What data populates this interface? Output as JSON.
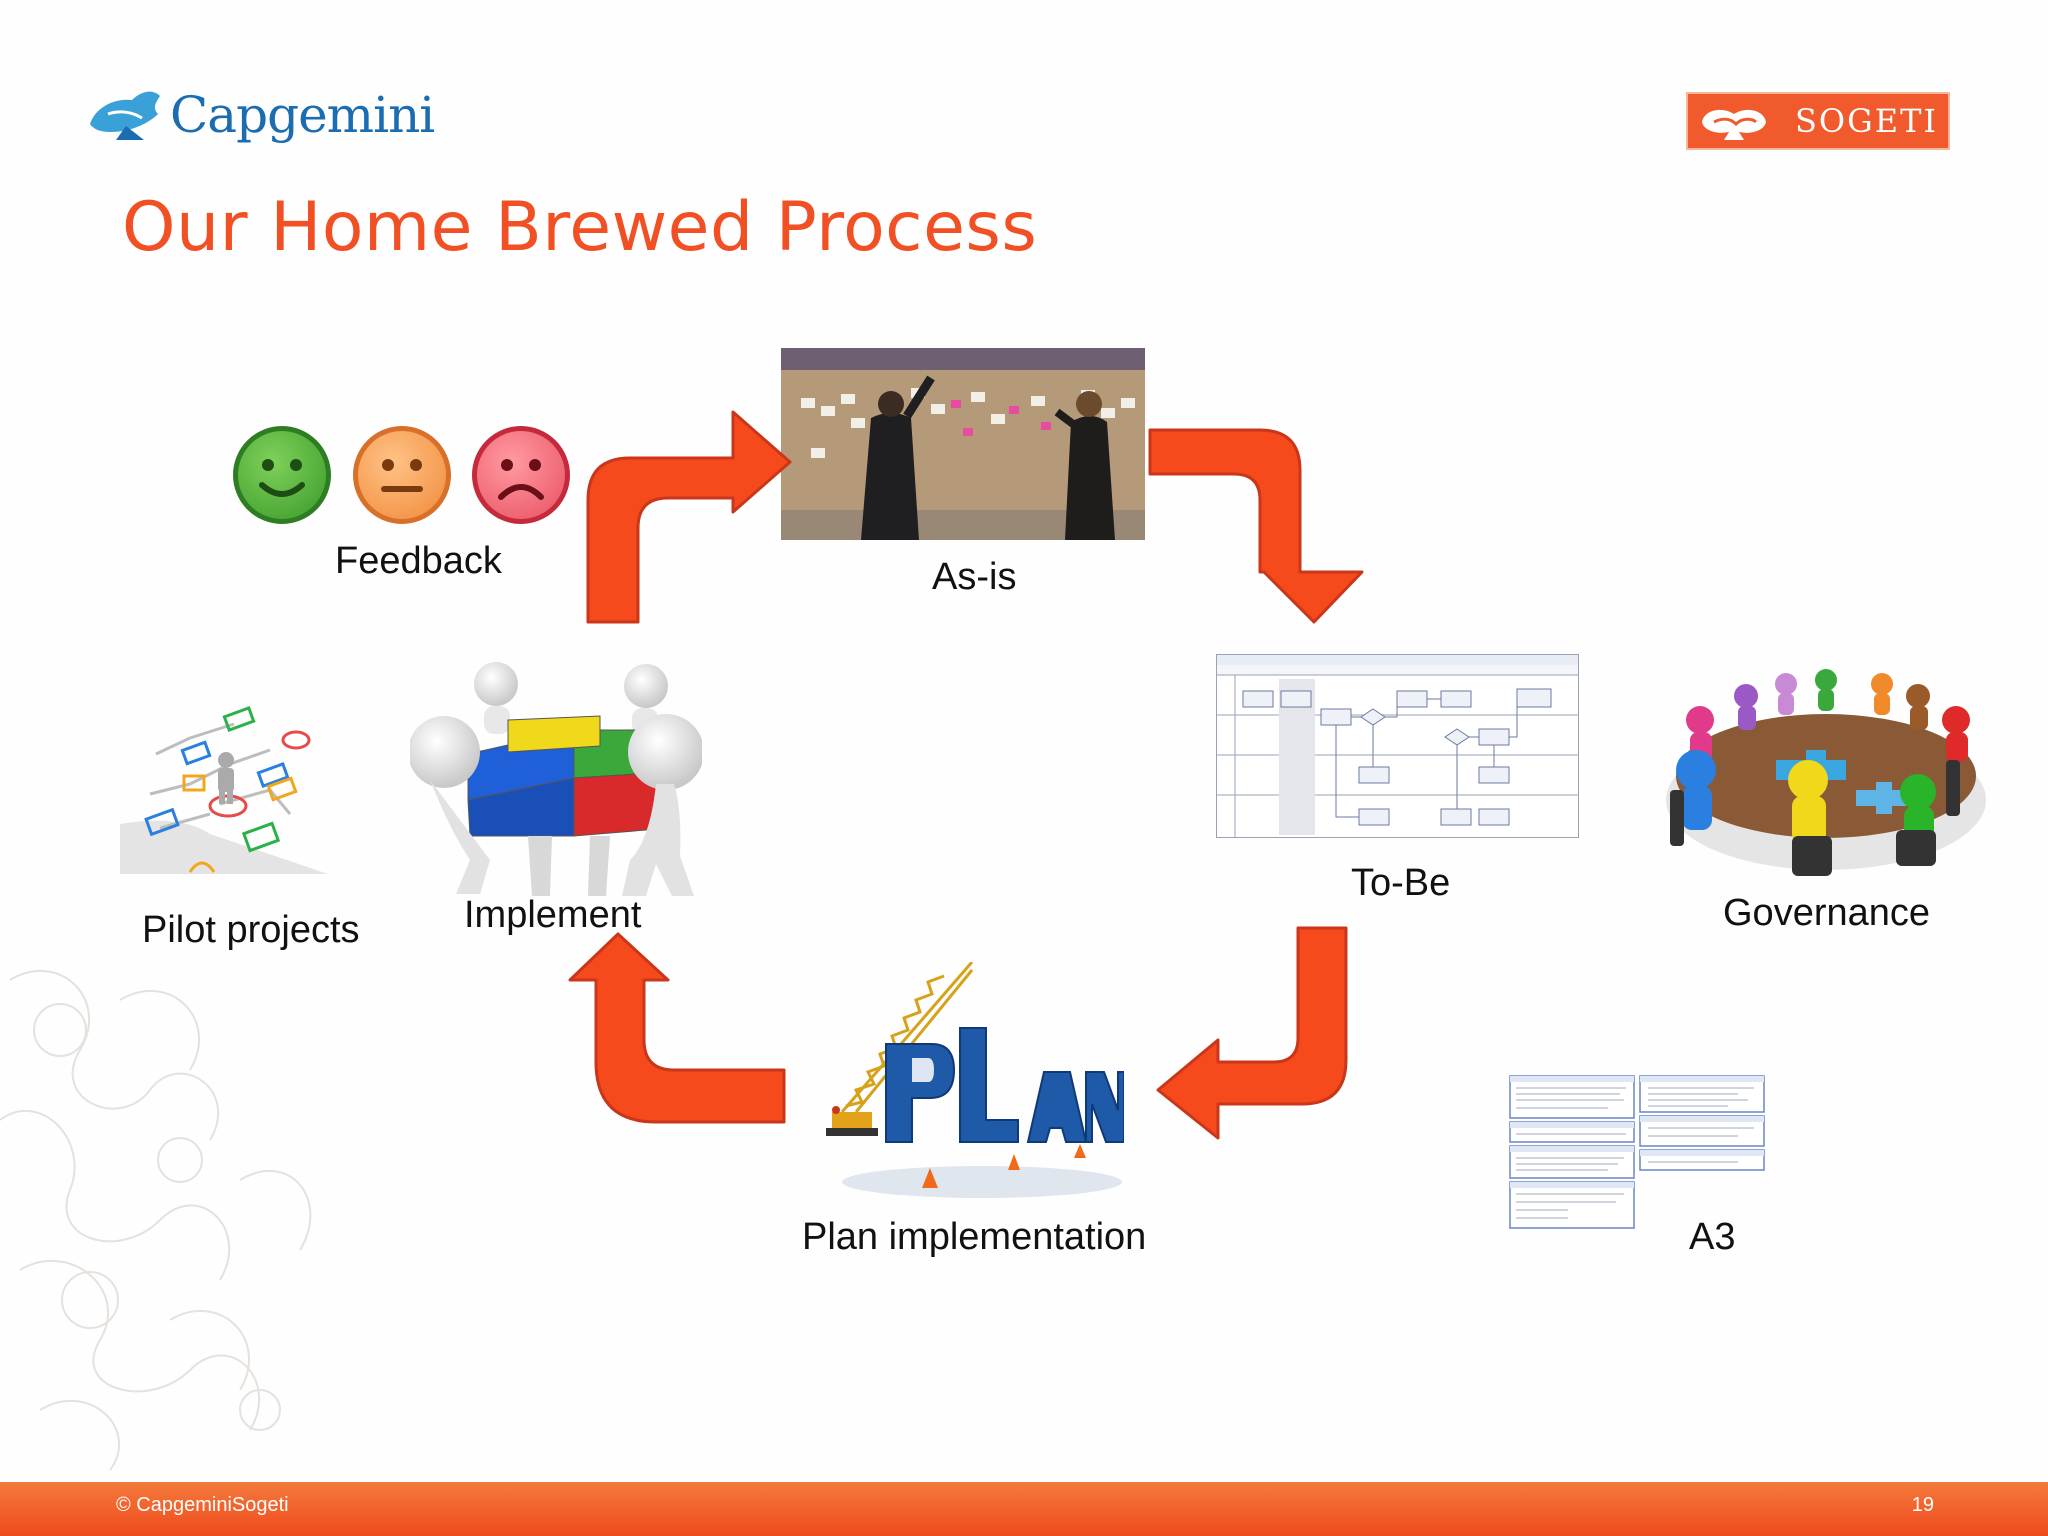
{
  "slide": {
    "title": "Our Home Brewed Process",
    "footer": "© CapgeminiSogeti",
    "page_number": "19"
  },
  "logos": {
    "capgemini": "Capgemini",
    "sogeti": "SOGETI"
  },
  "steps": {
    "feedback": "Feedback",
    "as_is": "As-is",
    "to_be": "To-Be",
    "governance": "Governance",
    "pilot_projects": "Pilot projects",
    "implement": "Implement",
    "plan_implementation": "Plan implementation",
    "a3": "A3"
  },
  "plan_word": "PLAN",
  "colors": {
    "title": "#f05023",
    "arrow_fill": "#f64a1c",
    "arrow_stroke": "#c9361a",
    "footer": "#ef4b1c",
    "capgemini_blue": "#1b6cb0",
    "sogeti_orange": "#f05a2c"
  },
  "icons": [
    "happy-face-icon",
    "neutral-face-icon",
    "sad-face-icon",
    "puzzle-people-icon",
    "governance-table-icon",
    "pilot-flow-icon",
    "plan-crane-icon"
  ]
}
